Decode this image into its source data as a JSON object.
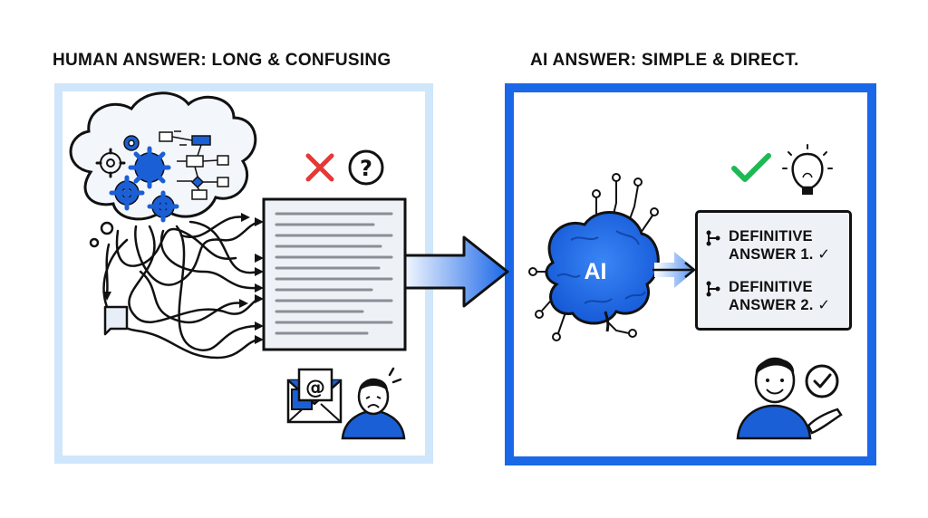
{
  "headings": {
    "left": "HUMAN ANSWER: LONG & CONFUSING",
    "right": "AI ANSWER: SIMPLE & DIRECT."
  },
  "brain_label": "AI",
  "answers": [
    {
      "line1": "DEFINITIVE",
      "line2": "ANSWER 1."
    },
    {
      "line1": "DEFINITIVE",
      "line2": "ANSWER 2."
    }
  ],
  "email_symbol": "@",
  "question_symbol": "?",
  "icons": {
    "tangled_thoughts": "brain-cloud-gears-icon",
    "wrong": "red-x-icon",
    "unclear": "question-mark-icon",
    "long_text": "document-lines-icon",
    "big_arrow": "right-arrow-icon",
    "ai_brain": "circuit-brain-icon",
    "correct": "green-check-icon",
    "idea": "lightbulb-icon",
    "email": "envelope-icon",
    "confused_person": "frustrated-person-icon",
    "happy_person": "smiling-person-icon",
    "approval": "check-badge-icon"
  },
  "colors": {
    "primary_blue": "#1a67e8",
    "light_blue": "#cfe6fb",
    "x_red": "#e53935",
    "check_green": "#1db954"
  }
}
